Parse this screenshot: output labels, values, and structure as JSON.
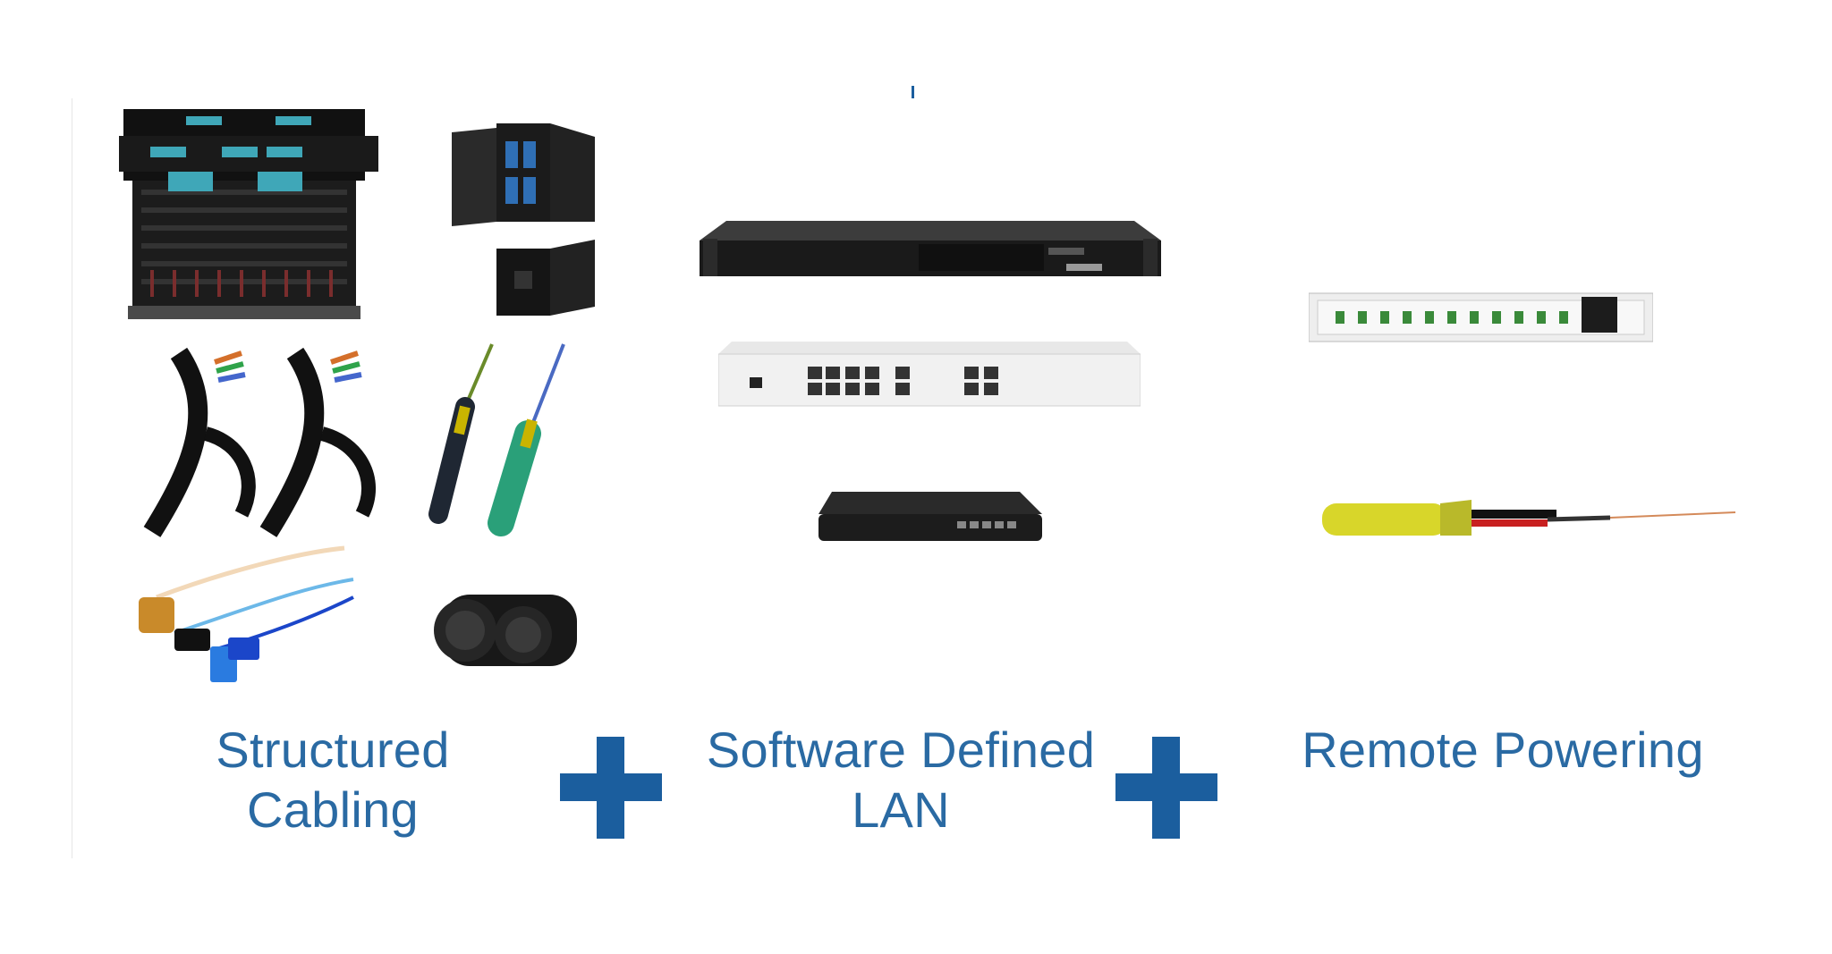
{
  "columns": [
    {
      "label_line1": "Structured",
      "label_line2": "Cabling"
    },
    {
      "label_line1": "Software Defined",
      "label_line2": "LAN"
    },
    {
      "label_line1": "Remote Powering",
      "label_line2": ""
    }
  ],
  "colors": {
    "label": "#2a6aa3",
    "plus": "#1b5e9e"
  }
}
